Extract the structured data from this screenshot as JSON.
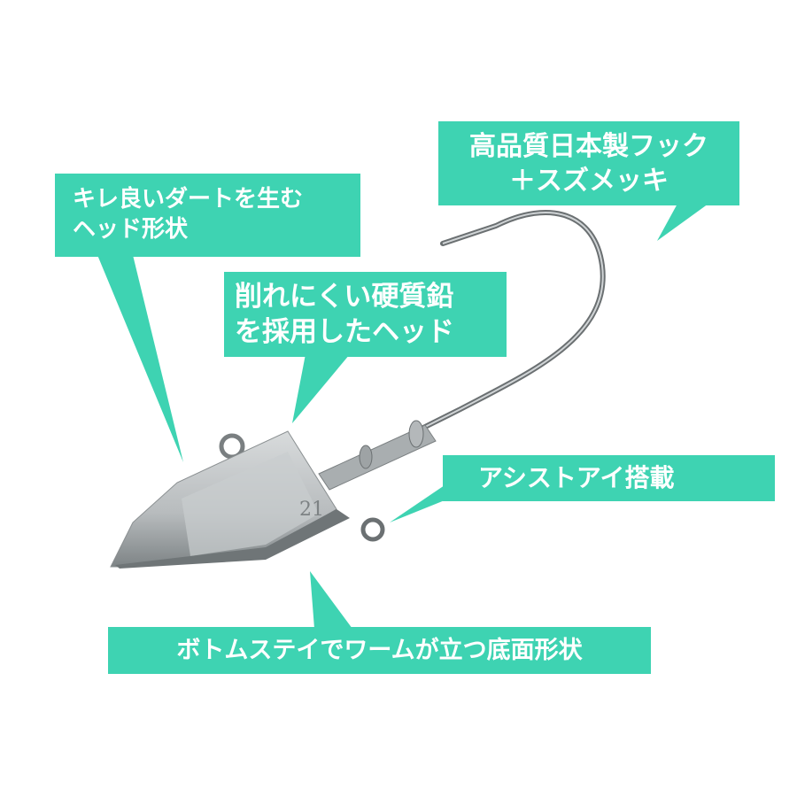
{
  "accent_color": "#3ed3b2",
  "product_marking": "21",
  "callouts": {
    "head_shape": {
      "lines": [
        "キレ良いダートを生む",
        "ヘッド形状"
      ]
    },
    "hook": {
      "lines": [
        "高品質日本製フック",
        "＋スズメッキ"
      ]
    },
    "lead": {
      "lines": [
        "削れにくい硬質鉛",
        "を採用したヘッド"
      ]
    },
    "assist_eye": {
      "lines": [
        "アシストアイ搭載"
      ]
    },
    "bottom": {
      "lines": [
        "ボトムステイでワームが立つ底面形状"
      ]
    }
  }
}
